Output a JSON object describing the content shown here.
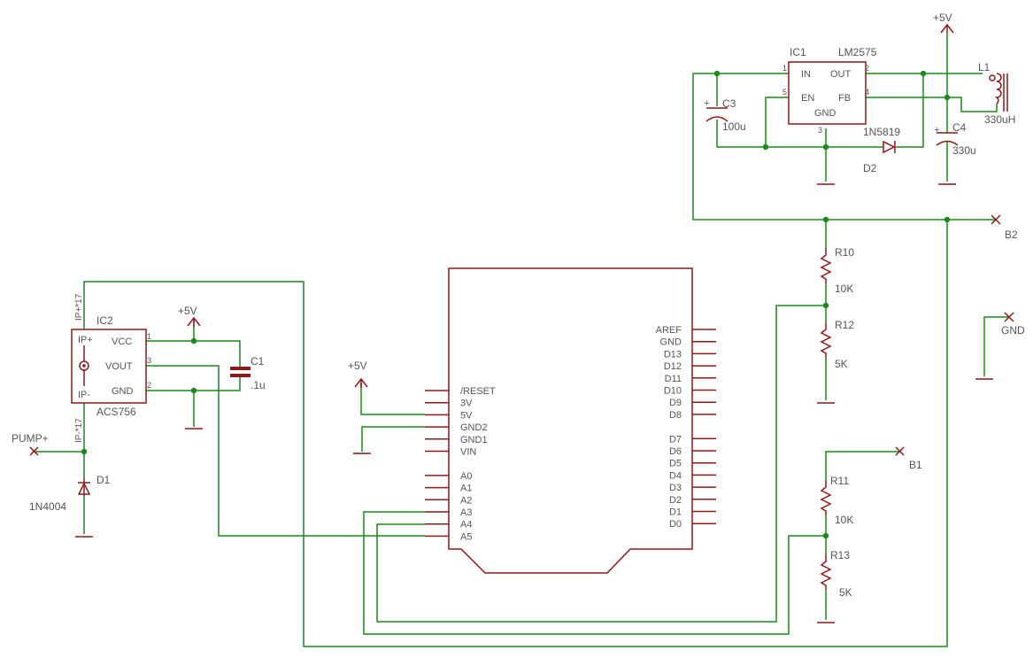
{
  "supply": {
    "vcc": "+5V",
    "gnd": "GND"
  },
  "connectors": {
    "pump": "PUMP+",
    "b1": "B1",
    "b2": "B2"
  },
  "ic1": {
    "ref": "IC1",
    "part": "LM2575",
    "pins": {
      "in": "IN",
      "out": "OUT",
      "en": "EN",
      "fb": "FB",
      "gnd": "GND"
    },
    "pin_numbers": {
      "in": "1",
      "out": "2",
      "gnd": "3",
      "fb": "4",
      "en": "5"
    }
  },
  "ic2": {
    "ref": "IC2",
    "part": "ACS756",
    "pins": {
      "ipp": "IP+",
      "ipm": "IP-",
      "vcc": "VCC",
      "vout": "VOUT",
      "gnd": "GND"
    },
    "pin_numbers": {
      "vcc": "1",
      "gnd": "2",
      "vout": "3"
    },
    "side_labels": {
      "top": "IP+*17",
      "bottom": "IP-*17"
    }
  },
  "components": {
    "L1": {
      "ref": "L1",
      "value": "330uH"
    },
    "C3": {
      "ref": "C3",
      "value": "100u"
    },
    "C4": {
      "ref": "C4",
      "value": "330u"
    },
    "C1": {
      "ref": "C1",
      "value": ".1u"
    },
    "D1": {
      "ref": "D1",
      "value": "1N4004"
    },
    "D2": {
      "ref": "D2",
      "value": "1N5819"
    },
    "R10": {
      "ref": "R10",
      "value": "10K"
    },
    "R12": {
      "ref": "R12",
      "value": "5K"
    },
    "R11": {
      "ref": "R11",
      "value": "10K"
    },
    "R13": {
      "ref": "R13",
      "value": "5K"
    }
  },
  "arduino": {
    "left_pins": [
      "/RESET",
      "3V",
      "5V",
      "GND2",
      "GND1",
      "VIN",
      "A0",
      "A1",
      "A2",
      "A3",
      "A4",
      "A5"
    ],
    "right_pins": [
      "AREF",
      "GND",
      "D13",
      "D12",
      "D11",
      "D10",
      "D9",
      "D8",
      "D7",
      "D6",
      "D5",
      "D4",
      "D3",
      "D2",
      "D1",
      "D0"
    ]
  }
}
